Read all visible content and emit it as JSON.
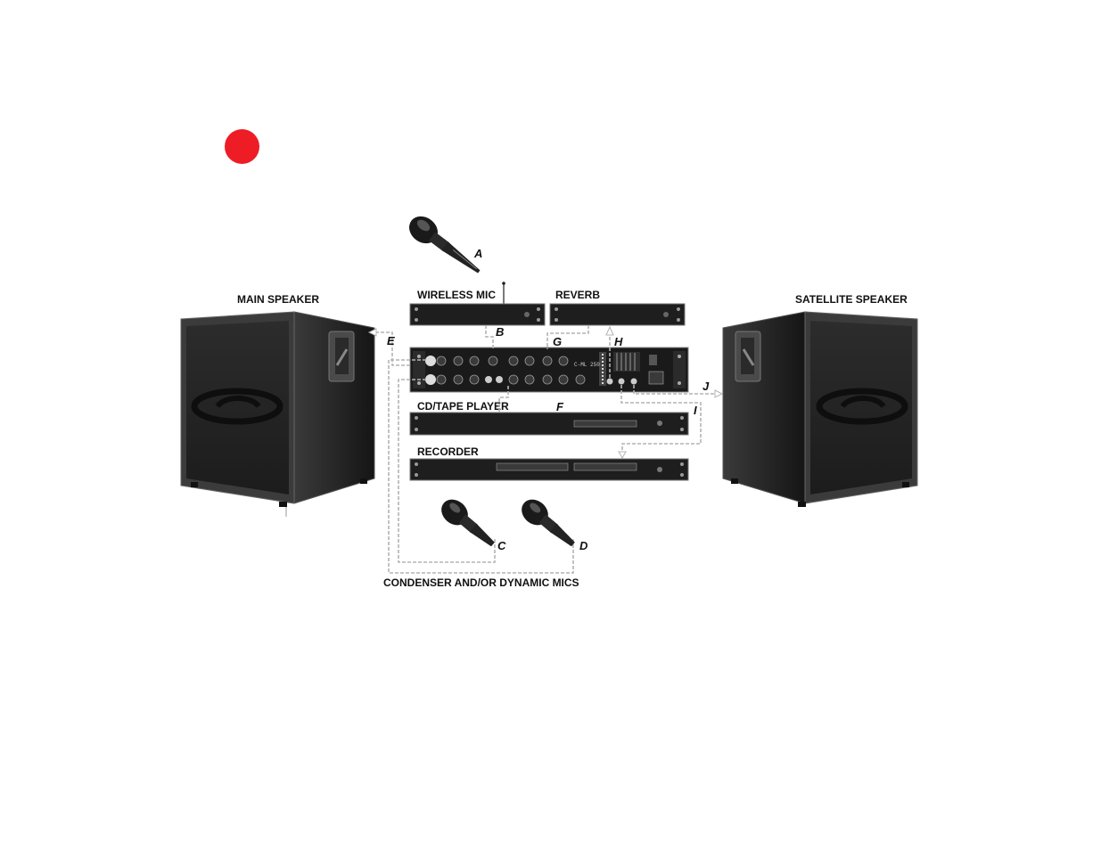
{
  "labels": {
    "main_speaker": "MAIN SPEAKER",
    "satellite_speaker": "SATELLITE SPEAKER",
    "wireless_mic": "WIRELESS MIC",
    "reverb": "REVERB",
    "cd_tape_player": "CD/TAPE PLAYER",
    "recorder": "RECORDER",
    "mics": "CONDENSER AND/OR DYNAMIC MICS",
    "mixer_model": "C-ML 250"
  },
  "connections": {
    "A": "A",
    "B": "B",
    "C": "C",
    "D": "D",
    "E": "E",
    "F": "F",
    "G": "G",
    "H": "H",
    "I": "I",
    "J": "J"
  },
  "colors": {
    "record_dot": "#ee1c25",
    "equipment": "#1b1b1b",
    "cable": "#b4b4b4"
  },
  "icons": [
    "record-dot-icon",
    "microphone-icon",
    "speaker-logo-icon"
  ]
}
